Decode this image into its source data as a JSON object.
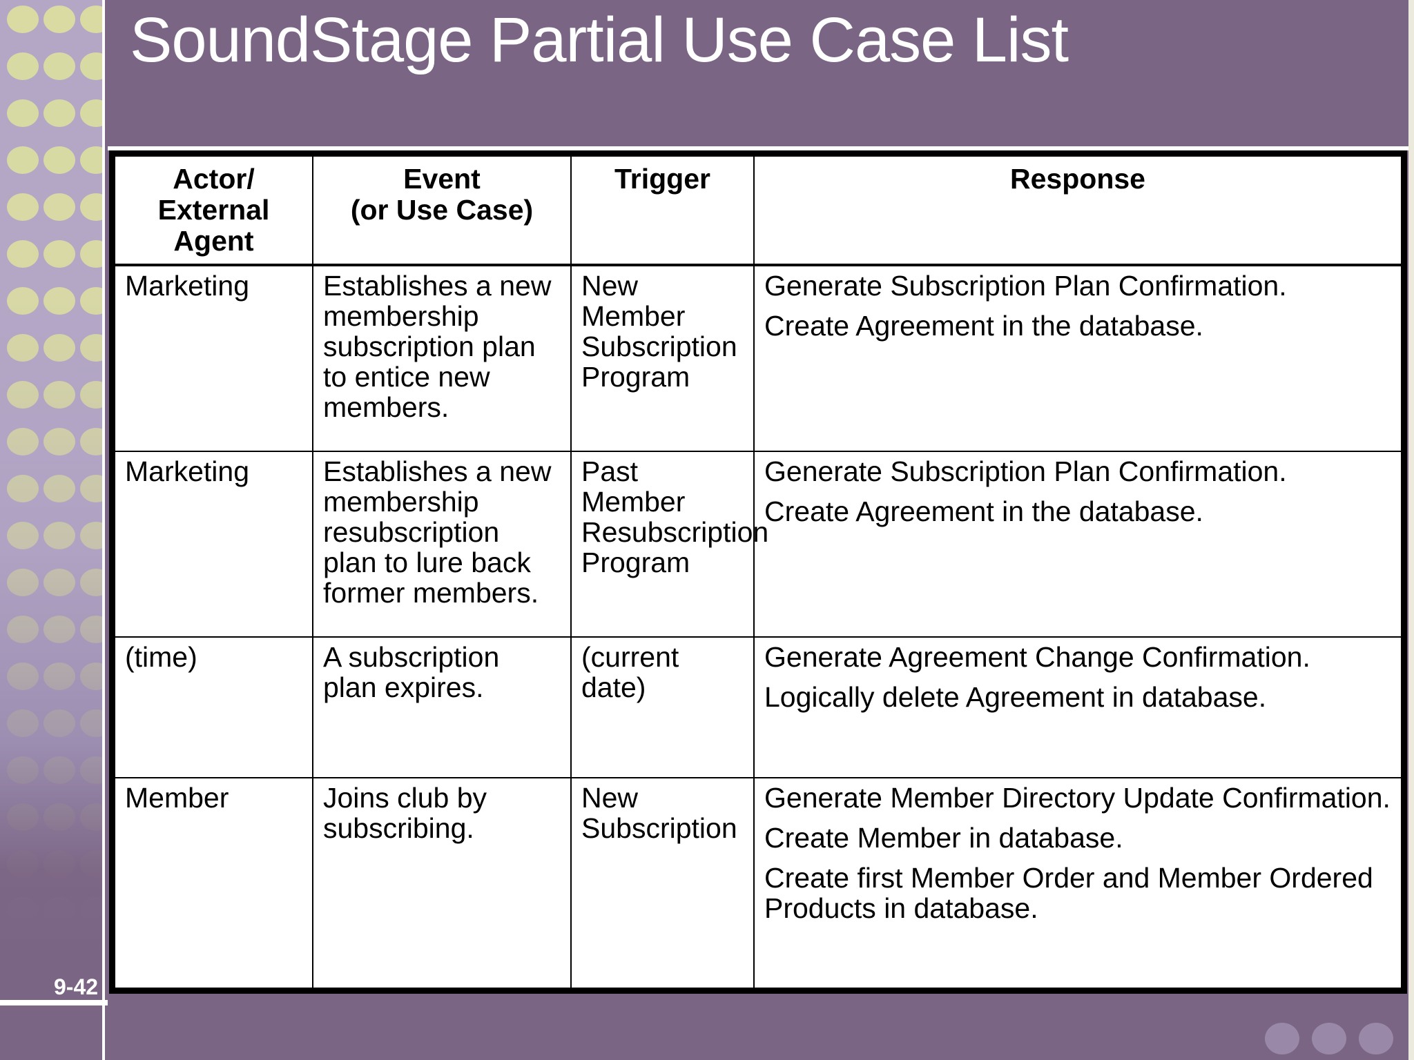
{
  "slide": {
    "title": "SoundStage Partial Use Case List",
    "page_number": "9-42",
    "accent_color": "#7b6585",
    "band_color": "#b4a7c6",
    "dot_color": "#d9dba3"
  },
  "table": {
    "headers": [
      {
        "line1": "Actor/",
        "line2": "External Agent"
      },
      {
        "line1": "Event",
        "line2": "(or Use Case)"
      },
      {
        "line1": "Trigger",
        "line2": ""
      },
      {
        "line1": "Response",
        "line2": ""
      }
    ],
    "rows": [
      {
        "actor": "Marketing",
        "event": "Establishes a new membership subscription plan to entice new members.",
        "trigger": "New Member Subscription Program",
        "response": [
          "Generate Subscription Plan Confirmation.",
          "Create Agreement in the database."
        ]
      },
      {
        "actor": "Marketing",
        "event": "Establishes a new membership resubscription plan to lure back former members.",
        "trigger": "Past Member Resubscription Program",
        "response": [
          "Generate Subscription Plan Confirmation.",
          "Create Agreement in the database."
        ]
      },
      {
        "actor": "(time)",
        "event": "A subscription plan expires.",
        "trigger": "(current date)",
        "response": [
          "Generate Agreement Change Confirmation.",
          "Logically delete Agreement in database."
        ]
      },
      {
        "actor": "Member",
        "event": "Joins club by subscribing.",
        "trigger": "New Subscription",
        "response": [
          "Generate Member Directory Update Confirmation.",
          "Create Member in database.",
          "Create first Member Order and Member Ordered Products in database."
        ]
      }
    ]
  },
  "decor": {
    "left_band_icon": "dot-grid-pattern",
    "bottom_right_icon": "three-dots-decoration"
  }
}
